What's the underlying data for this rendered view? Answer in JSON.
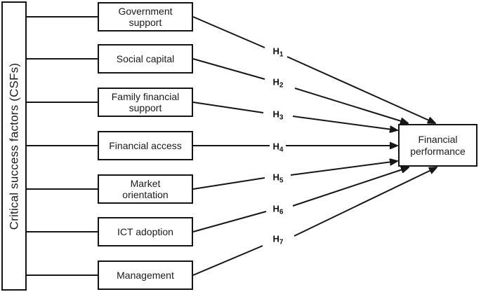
{
  "figure": {
    "background_color": "#ffffff",
    "line_color": "#161616",
    "csf_bar": {
      "label": "Critical success factors (CSFs)"
    },
    "factors": [
      {
        "label": "Government support"
      },
      {
        "label": "Social capital"
      },
      {
        "label": "Family financial support"
      },
      {
        "label": "Financial access"
      },
      {
        "label": "Market orientation"
      },
      {
        "label": "ICT adoption"
      },
      {
        "label": "Management"
      }
    ],
    "hypotheses": [
      {
        "base": "H",
        "sub": "1"
      },
      {
        "base": "H",
        "sub": "2"
      },
      {
        "base": "H",
        "sub": "3"
      },
      {
        "base": "H",
        "sub": "4"
      },
      {
        "base": "H",
        "sub": "5"
      },
      {
        "base": "H",
        "sub": "6"
      },
      {
        "base": "H",
        "sub": "7"
      }
    ],
    "outcome": {
      "label": "Financial performance"
    }
  }
}
